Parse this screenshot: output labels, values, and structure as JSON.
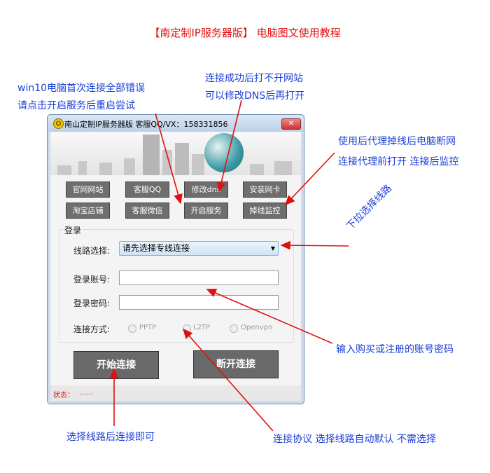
{
  "header": {
    "title": "【南定制IP服务器版】 电脑图文使用教程"
  },
  "annotations": {
    "win10_1": "win10电脑首次连接全部错误",
    "win10_2": "请点击开启服务后重启尝试",
    "dns_1": "连接成功后打不开网站",
    "dns_2": "可以修改DNS后再打开",
    "monitor_1": "使用后代理掉线后电脑断网",
    "monitor_2": "连接代理前打开 连接后监控",
    "dropdown": "下拉选择线路",
    "account": "输入购买或注册的账号密码",
    "connect": "选择线路后连接即可",
    "protocol": "连接协议 选择线路自动默认 不需选择"
  },
  "window": {
    "title": "南山定制IP服务器版 客服QQ/VX：158331856",
    "close": "✕",
    "buttons": [
      "官网网站",
      "客服QQ",
      "修改dns",
      "安装网卡",
      "淘宝店铺",
      "客服微信",
      "开启服务",
      "掉线监控"
    ],
    "group_title": "登录",
    "route_label": "线路选择:",
    "route_value": "请先选择专线连接",
    "account_label": "登录账号:",
    "account_value": "",
    "password_label": "登录密码:",
    "password_value": "",
    "method_label": "连接方式:",
    "methods": [
      "PPTP",
      "L2TP",
      "Openvpn"
    ],
    "connect": "开始连接",
    "disconnect": "断开连接",
    "status_label": "状态：",
    "status_value": "......"
  },
  "colors": {
    "annotation_red": "#e01010",
    "annotation_blue": "#1a3fd8"
  }
}
